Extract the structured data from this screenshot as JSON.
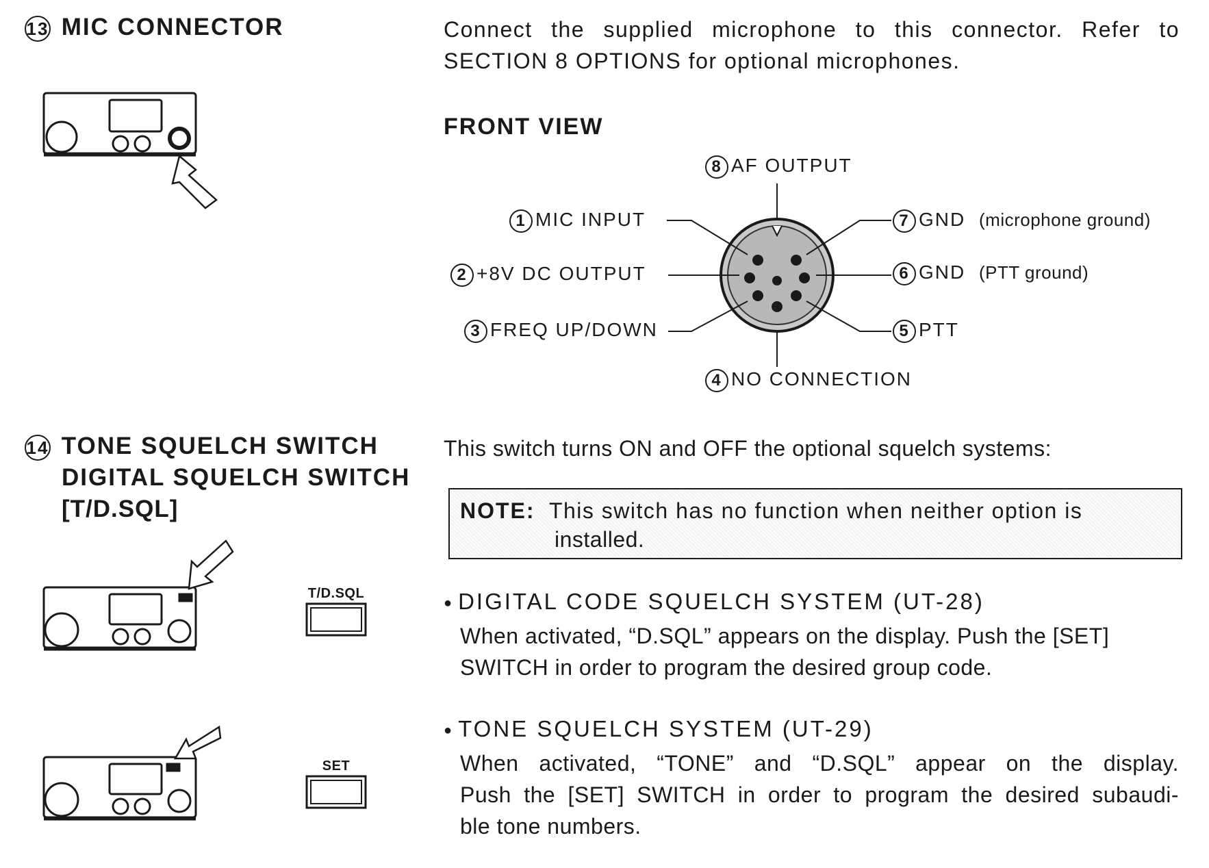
{
  "mic": {
    "number": "13",
    "title": "MIC CONNECTOR",
    "desc_line1": "Connect the supplied microphone to this connector.  Refer to",
    "desc_line2": "SECTION 8 OPTIONS for optional microphones.",
    "front_view": "FRONT VIEW",
    "pins": [
      {
        "num": "8",
        "label": "AF OUTPUT",
        "note": ""
      },
      {
        "num": "1",
        "label": "MIC INPUT",
        "note": ""
      },
      {
        "num": "7",
        "label": "GND",
        "note": "(microphone ground)"
      },
      {
        "num": "2",
        "label": "+8V DC OUTPUT",
        "note": ""
      },
      {
        "num": "6",
        "label": "GND",
        "note": "(PTT ground)"
      },
      {
        "num": "3",
        "label": "FREQ UP/DOWN",
        "note": ""
      },
      {
        "num": "5",
        "label": "PTT",
        "note": ""
      },
      {
        "num": "4",
        "label": "NO CONNECTION",
        "note": ""
      }
    ]
  },
  "tsql": {
    "number": "14",
    "title_line1": "TONE SQUELCH SWITCH",
    "title_line2": "DIGITAL SQUELCH SWITCH",
    "title_line3": "[T/D.SQL]",
    "intro": "This switch turns ON and OFF the optional squelch systems:",
    "note_label": "NOTE:",
    "note_line1": "This switch has no function when neither option is",
    "note_line2": "installed.",
    "btn_tdsql": "T/D.SQL",
    "btn_set": "SET",
    "dsql_head": "DIGITAL CODE SQUELCH SYSTEM (UT-28)",
    "dsql_line1": "When activated, “D.SQL” appears on the display.  Push the [SET]",
    "dsql_line2": "SWITCH in order to program the desired group code.",
    "tone_head": "TONE SQUELCH SYSTEM (UT-29)",
    "tone_line1": "When activated, “TONE” and “D.SQL” appear on the display.",
    "tone_line2": "Push the [SET] SWITCH in order to program the desired subaudi-",
    "tone_line3": "ble tone numbers."
  }
}
